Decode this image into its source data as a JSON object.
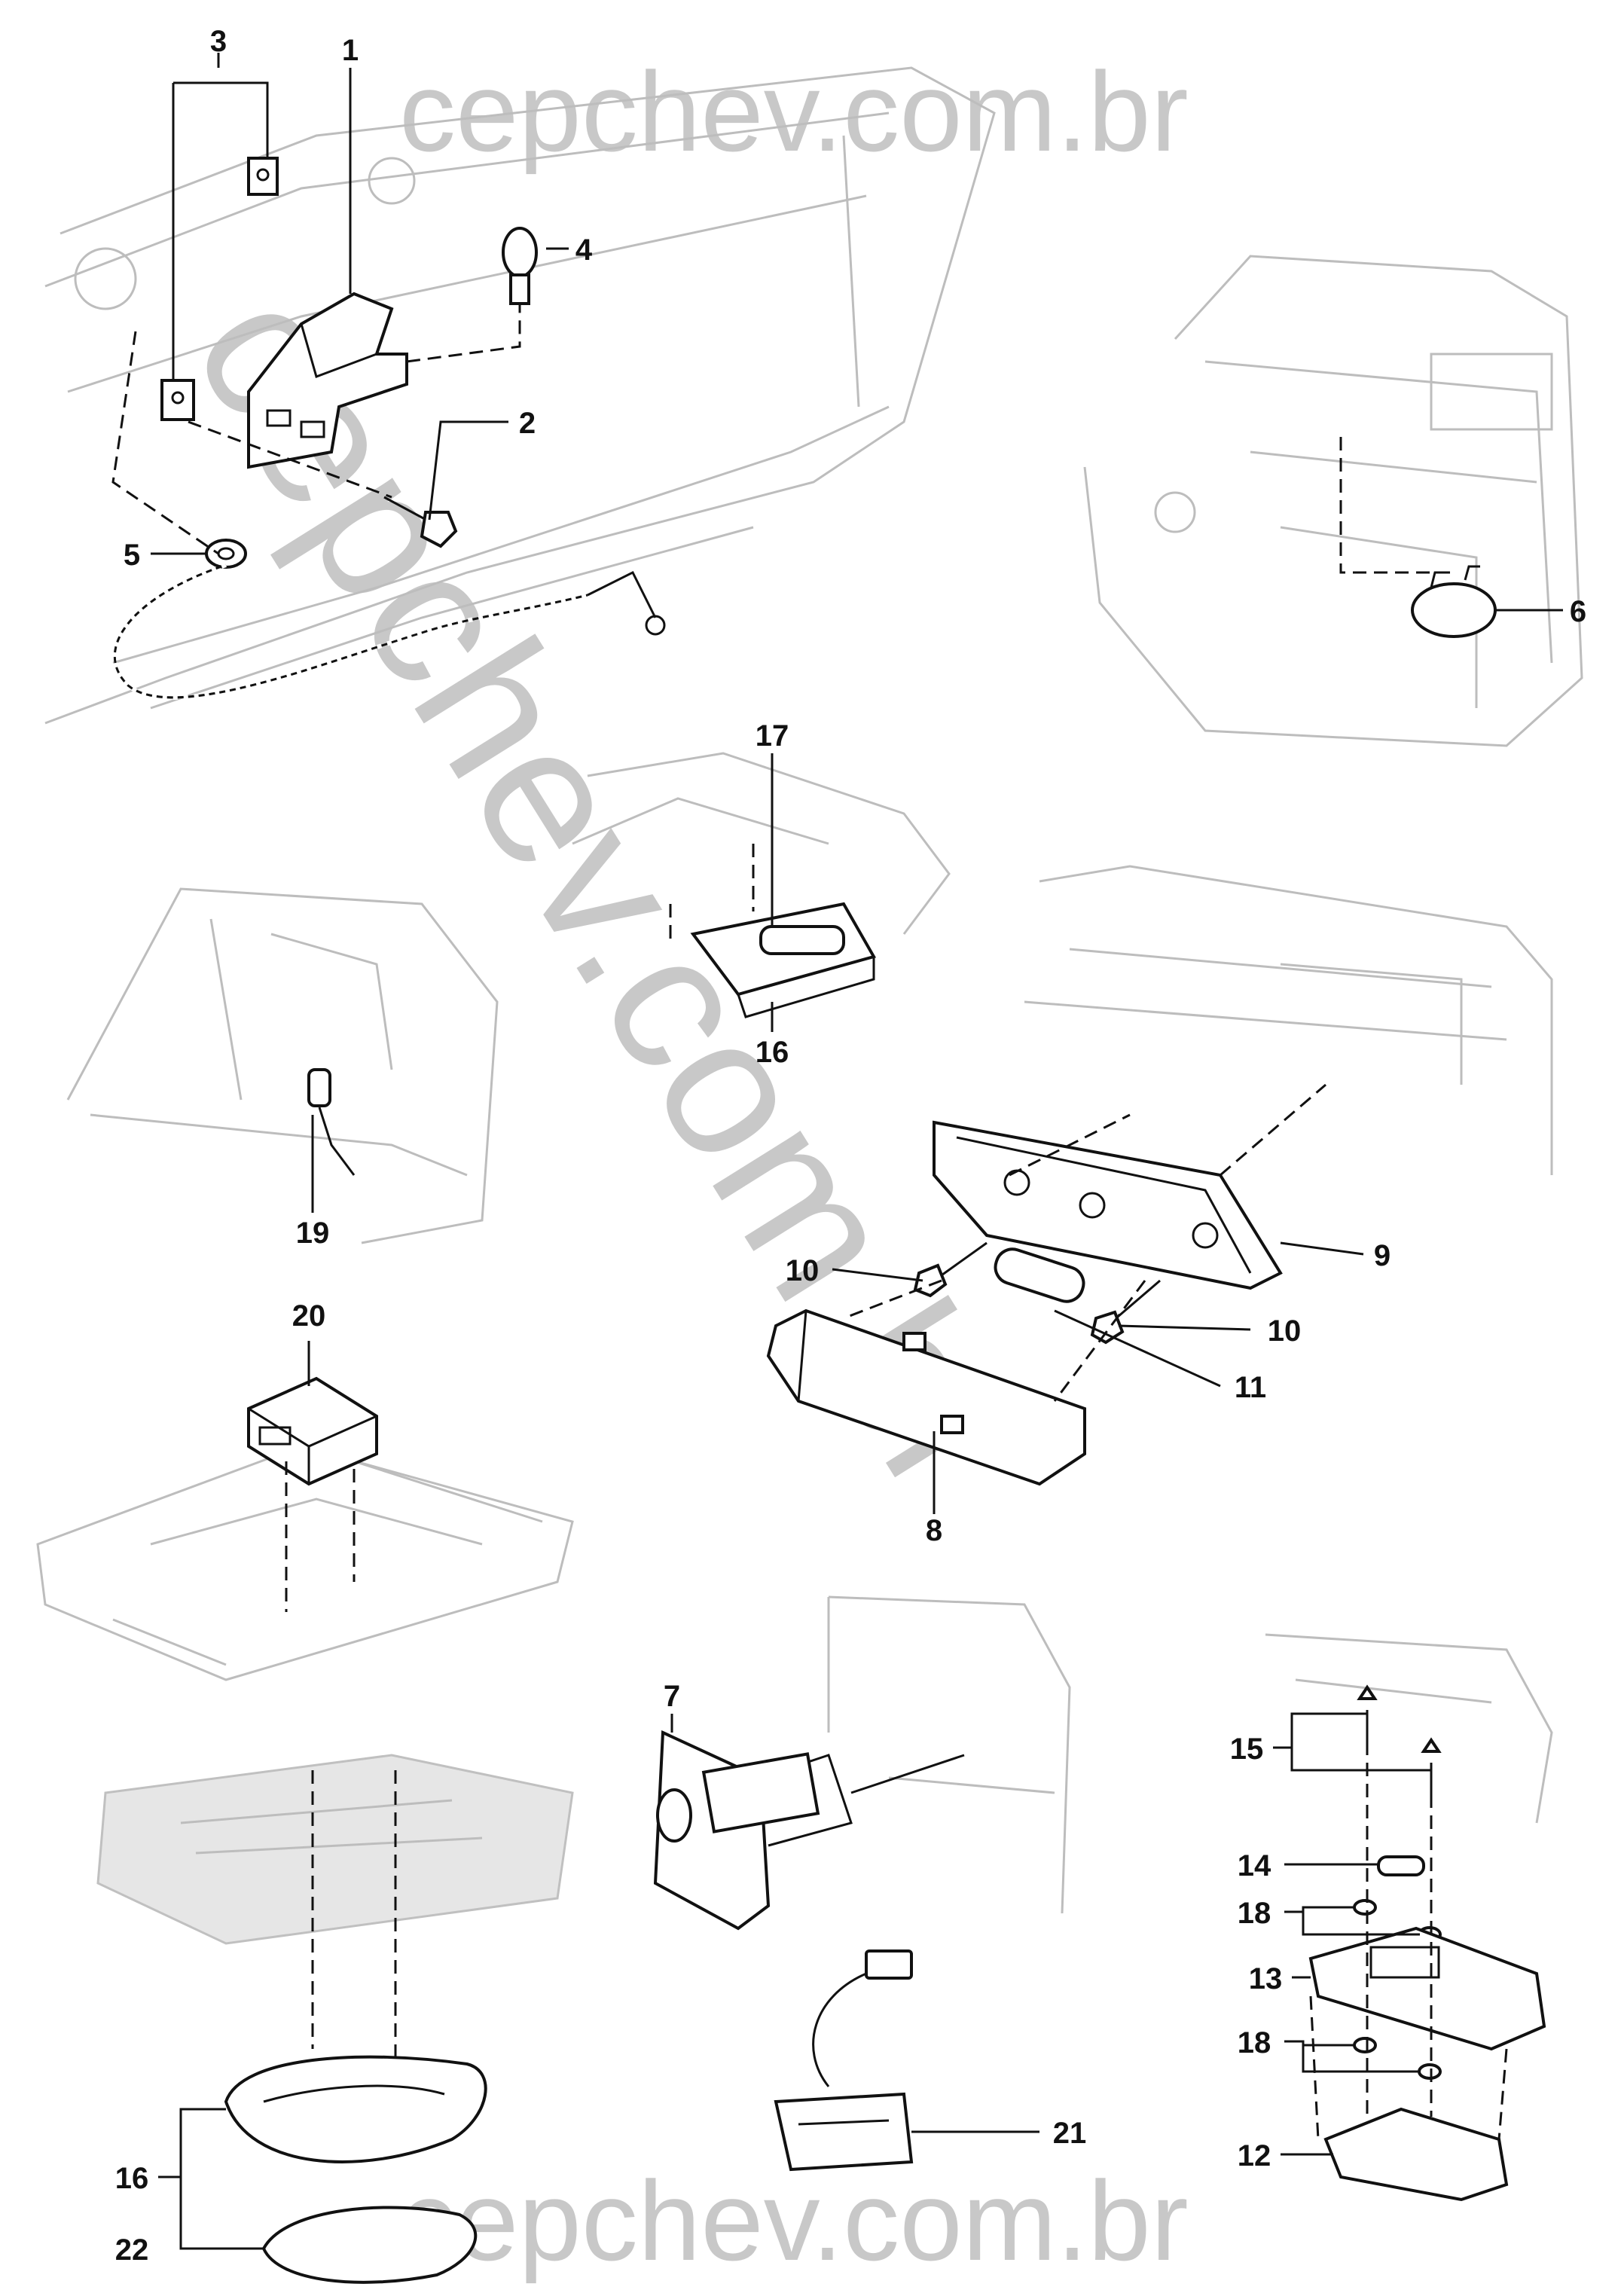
{
  "watermark": {
    "top": "cepchev.com.br",
    "bottom": "cepchev.com.br",
    "diagonal": "cepchev.com.br"
  },
  "callouts": {
    "c1": "1",
    "c2": "2",
    "c3": "3",
    "c4": "4",
    "c5": "5",
    "c6": "6",
    "c7": "7",
    "c8": "8",
    "c9": "9",
    "c10a": "10",
    "c10b": "10",
    "c11": "11",
    "c12": "12",
    "c13": "13",
    "c14": "14",
    "c15": "15",
    "c16a": "16",
    "c16b": "16",
    "c17": "17",
    "c18a": "18",
    "c18b": "18",
    "c19": "19",
    "c20": "20",
    "c21": "21",
    "c22": "22"
  }
}
